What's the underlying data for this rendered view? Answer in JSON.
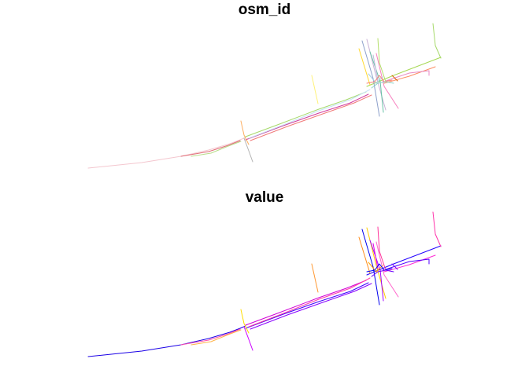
{
  "panels": [
    {
      "title": "osm_id",
      "palette": "qualitative",
      "colors": {
        "main_road": "#f4c7cf",
        "road_left_2": "#e06c76",
        "road_left_3": "#b8dd8a",
        "road_mid_1": "#a6d96a",
        "road_mid_2": "#d03a9e",
        "road_mid_3": "#c6e3f5",
        "road_mid_4": "#f17a7a",
        "road_right_1": "#a6d854",
        "road_right_2": "#fc8d62",
        "road_right_3": "#e78ac3",
        "cross_1": "#fdae61",
        "cross_2": "#b3b3b3",
        "vert_mid": "#fff27a",
        "v_1": "#ffd92f",
        "v_2": "#8da0cb",
        "v_3": "#cab2d6",
        "v_4": "#66c2a5",
        "v_5": "#bebada",
        "v_6": "#f781bf",
        "v_7": "#b3de69",
        "v_8": "#a6cee3",
        "v_9": "#d95f02",
        "curve_1": "#fb8072",
        "curve_2": "#8dd3c7",
        "top_right": "#a6d96a"
      }
    },
    {
      "title": "value",
      "palette": "rainbow",
      "colors": {
        "main_road": "#1a00e6",
        "road_left_2": "#ff4fb0",
        "road_left_3": "#ffb347",
        "road_mid_1": "#d000d8",
        "road_mid_2": "#3b00ff",
        "road_mid_3": "#ff3da8",
        "road_mid_4": "#8800ff",
        "road_right_1": "#2200ff",
        "road_right_2": "#ff2ad4",
        "road_right_3": "#5000ff",
        "cross_1": "#ffdd00",
        "cross_2": "#cc00ff",
        "vert_mid": "#ff9933",
        "v_1": "#ff8c1a",
        "v_2": "#0000ee",
        "v_3": "#ffcc00",
        "v_4": "#a000ff",
        "v_5": "#e600e6",
        "v_6": "#ff66cc",
        "v_7": "#ff3399",
        "v_8": "#ffa500",
        "v_9": "#7a00ff",
        "curve_1": "#0000ff",
        "curve_2": "#6a00ff",
        "top_right": "#ff33aa"
      }
    }
  ]
}
